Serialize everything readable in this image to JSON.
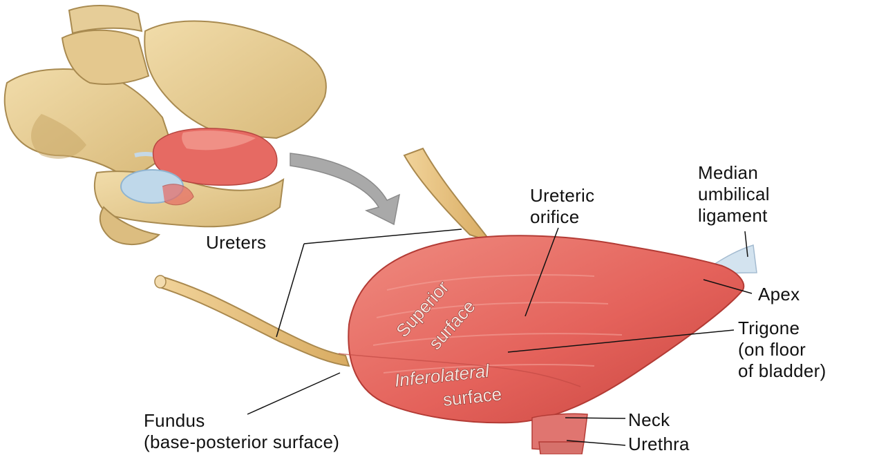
{
  "labels": {
    "ureters": "Ureters",
    "ureteric_orifice": [
      "Ureteric",
      "orifice"
    ],
    "median_umbilical_ligament": [
      "Median",
      "umbilical",
      "ligament"
    ],
    "apex": "Apex",
    "trigone": [
      "Trigone",
      "(on floor",
      "of bladder)"
    ],
    "superior_surface": [
      "Superior",
      "surface"
    ],
    "inferolateral_surface": [
      "Inferolateral",
      "surface"
    ],
    "fundus": [
      "Fundus",
      "(base-posterior surface)"
    ],
    "neck": "Neck",
    "urethra": "Urethra"
  },
  "colors": {
    "bone": "#e9cf98",
    "bone_shadow": "#c9a867",
    "bladder": "#e66a63",
    "bladder_dark": "#c9463f",
    "ureter": "#e7c27e",
    "arrow": "#9a9a9a",
    "ligament": "#cfe0ee"
  }
}
